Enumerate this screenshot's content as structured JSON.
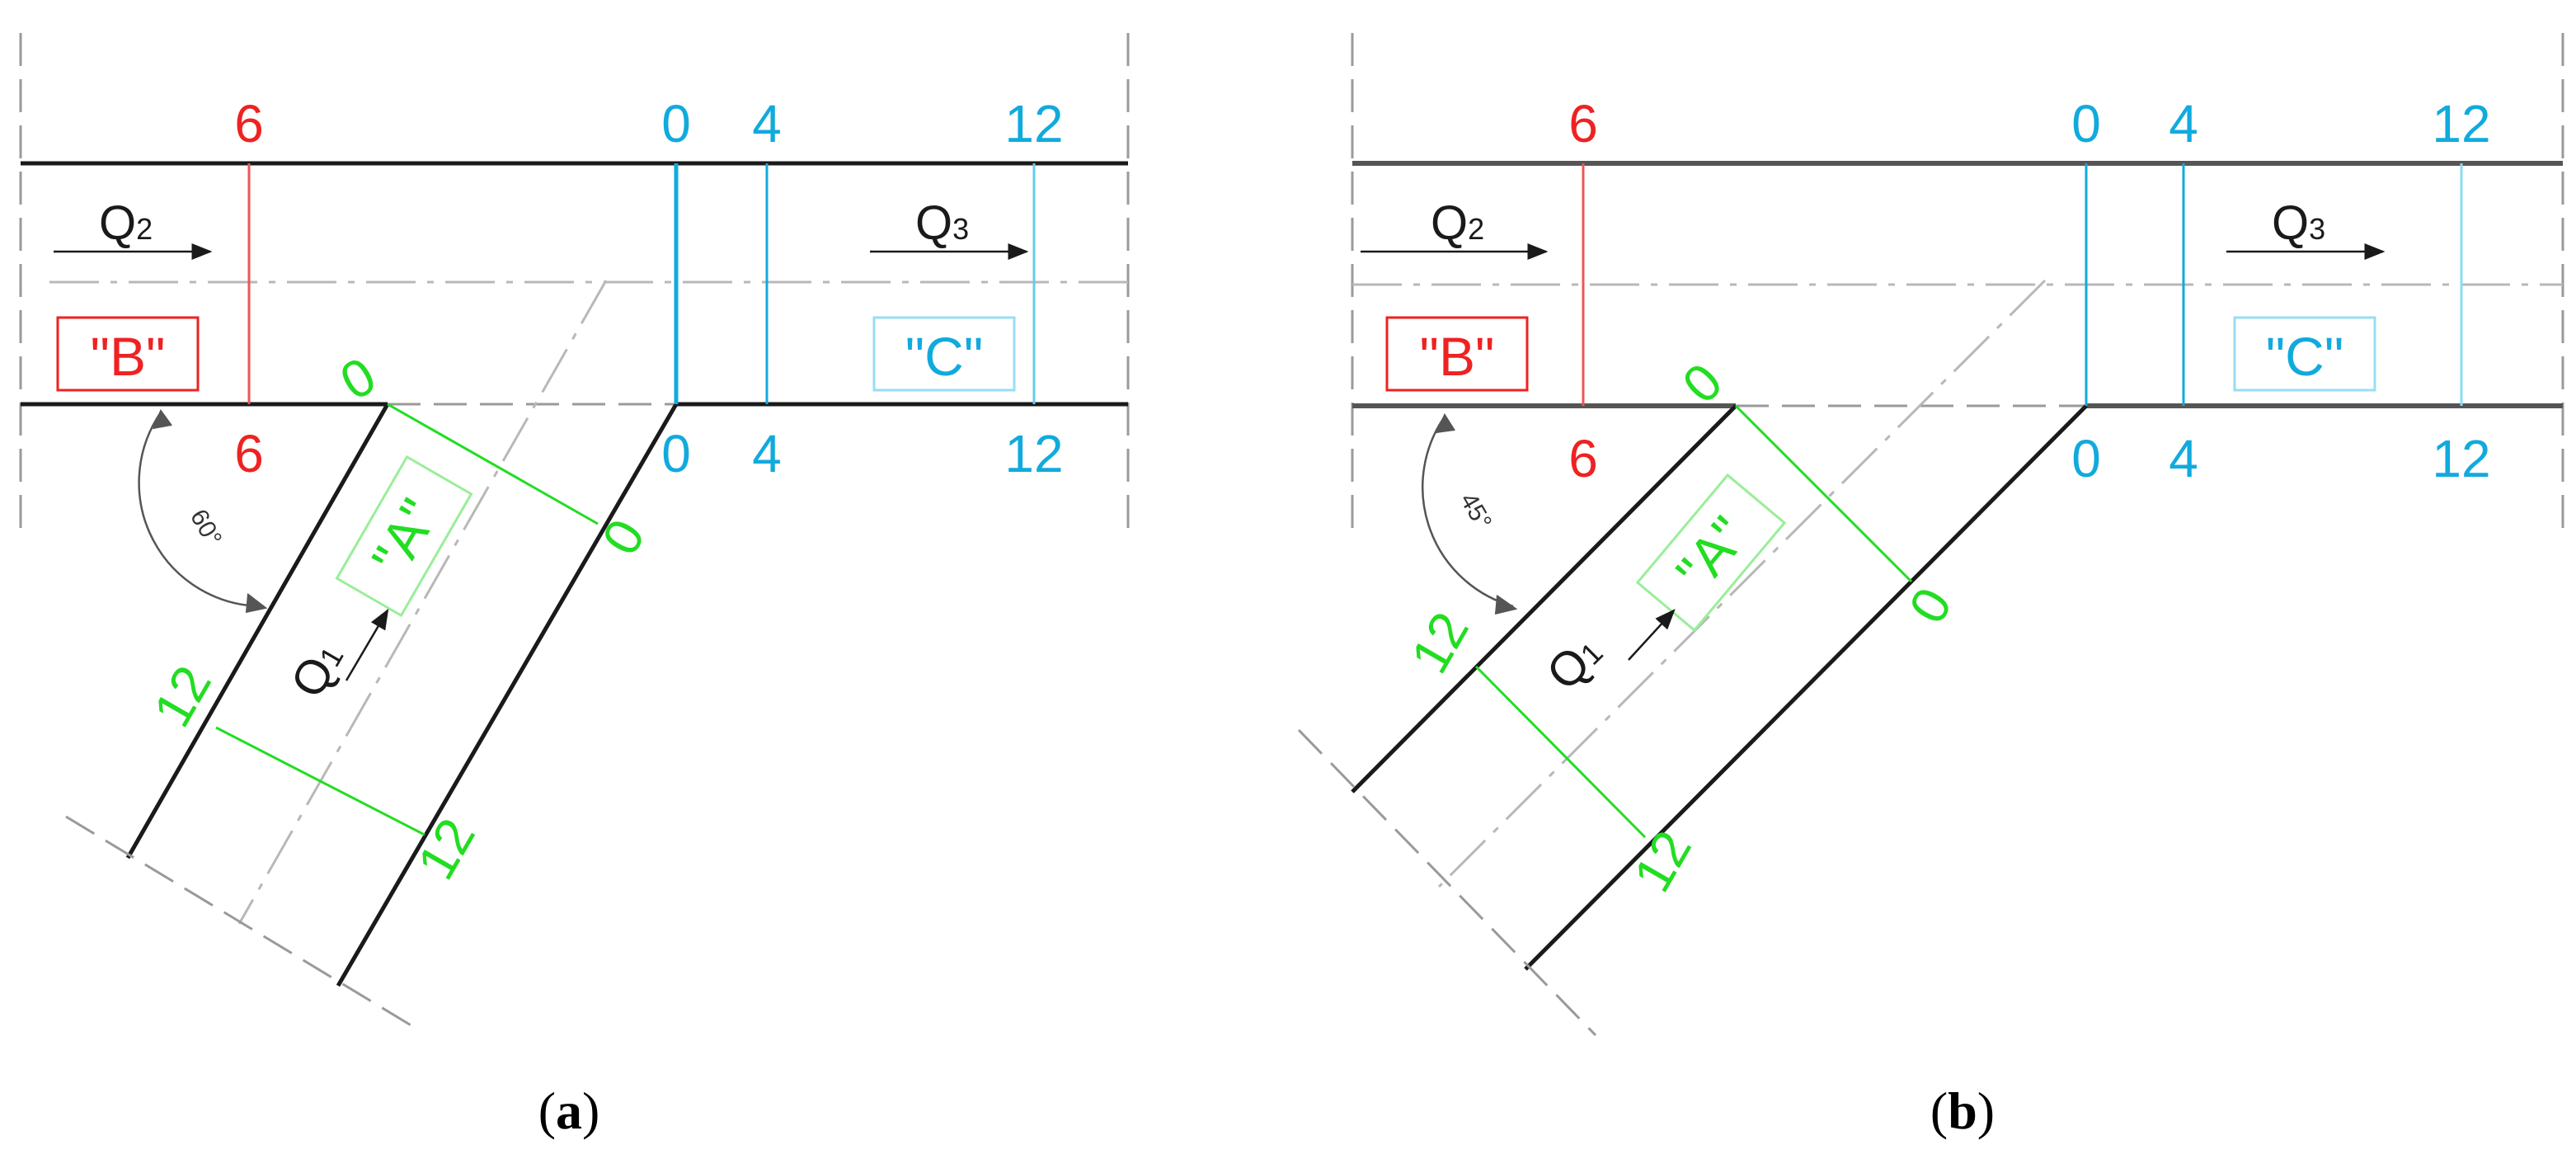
{
  "colors": {
    "black": "#1a1a1a",
    "red": "#ee2222",
    "blue": "#11aadd",
    "green": "#22dd22",
    "dash": "#9a9a9a"
  },
  "panel_a": {
    "angle_label": "60°",
    "section_B_number": "6",
    "section_C_numbers": [
      "0",
      "4",
      "12"
    ],
    "section_A_numbers": [
      "0",
      "0",
      "12",
      "12"
    ],
    "branch_label_B": "\"B\"",
    "branch_label_C": "\"C\"",
    "branch_label_A": "\"A\"",
    "flow_Q": "Q",
    "flow_sub_2": "2",
    "flow_sub_3": "3",
    "flow_sub_1": "1",
    "caption_open": "(",
    "caption_letter": "a",
    "caption_close": ")"
  },
  "panel_b": {
    "angle_label": "45°",
    "section_B_number": "6",
    "section_C_numbers": [
      "0",
      "4",
      "12"
    ],
    "section_A_numbers": [
      "0",
      "0",
      "12",
      "12"
    ],
    "branch_label_B": "\"B\"",
    "branch_label_C": "\"C\"",
    "branch_label_A": "\"A\"",
    "flow_Q": "Q",
    "flow_sub_2": "2",
    "flow_sub_3": "3",
    "flow_sub_1": "1",
    "caption_open": "(",
    "caption_letter": "b",
    "caption_close": ")"
  }
}
